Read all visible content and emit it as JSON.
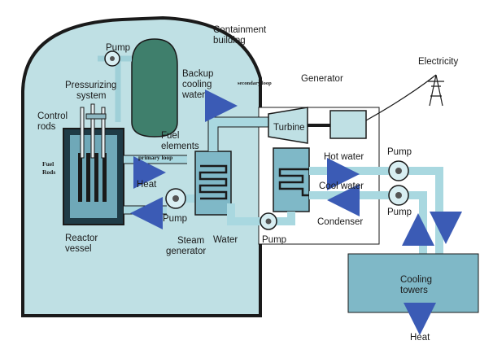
{
  "labels": {
    "containment_building_line1": "Containment",
    "containment_building_line2": "building",
    "pump_top": "Pump",
    "pressurizing_system_line1": "Pressurizing",
    "pressurizing_system_line2": "system",
    "backup_cooling_line1": "Backup",
    "backup_cooling_line2": "cooling",
    "backup_cooling_line3": "water",
    "secondary_loop": "secondary loop",
    "generator": "Generator",
    "electricity": "Electricity",
    "control_rods_line1": "Control",
    "control_rods_line2": "rods",
    "fuel_elements_line1": "Fuel",
    "fuel_elements_line2": "elements",
    "fuel_rods_line1": "Fuel",
    "fuel_rods_line2": "Rods",
    "primary_loop": "primary loop",
    "turbine": "Turbine",
    "hot_water": "Hot water",
    "pump_hot": "Pump",
    "heat_left": "Heat",
    "cool_water": "Cool water",
    "pump_cool": "Pump",
    "pump_primary": "Pump",
    "condenser": "Condenser",
    "reactor_vessel_line1": "Reactor",
    "reactor_vessel_line2": "vessel",
    "steam_generator_line1": "Steam",
    "steam_generator_line2": "generator",
    "water": "Water",
    "pump_condensate": "Pump",
    "cooling_towers_line1": "Cooling",
    "cooling_towers_line2": "towers",
    "heat_bottom": "Heat"
  },
  "colors": {
    "containment_fill": "#bfe0e4",
    "pool_fill": "#7fb8c7",
    "tank_fill": "#3f7f6c",
    "pipe": "#a9d8e0",
    "arrow": "#3b5bb5",
    "outline": "#1a1a1a"
  }
}
